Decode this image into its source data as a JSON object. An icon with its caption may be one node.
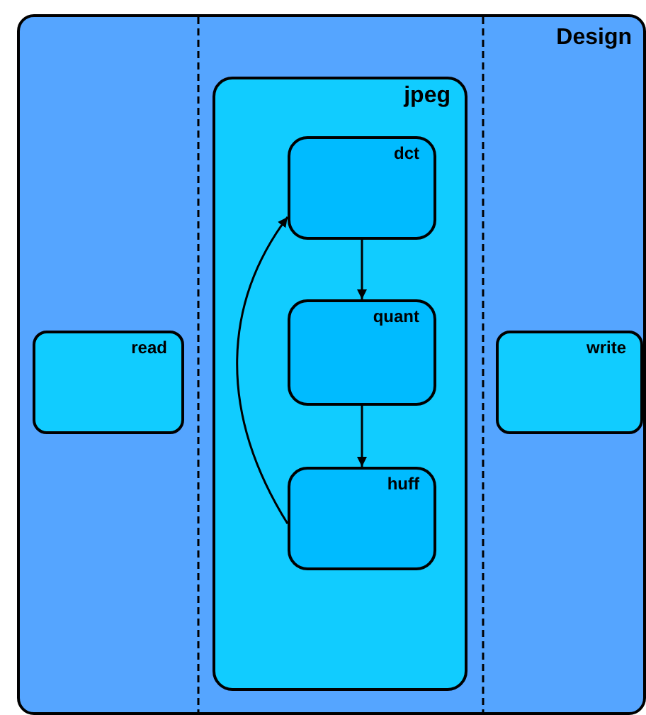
{
  "diagram": {
    "nodes": [
      {
        "text": [
          "Design"
        ]
      },
      {
        "text": [
          "read"
        ],
        "in": 0
      },
      {
        "text": [
          "jpeg"
        ],
        "in": 0
      },
      {
        "text": [
          "dct"
        ],
        "in": 2
      },
      {
        "text": [
          "quant"
        ],
        "in": 2
      },
      {
        "text": [
          "huff"
        ],
        "in": 2
      },
      {
        "text": [
          "write"
        ],
        "in": 0
      }
    ],
    "edges": [
      {
        "from": 3,
        "to": 4,
        "arrow": "to"
      },
      {
        "from": 4,
        "to": 5,
        "arrow": "to"
      },
      {
        "from": 5,
        "to": 3,
        "arrow": "to"
      }
    ]
  }
}
